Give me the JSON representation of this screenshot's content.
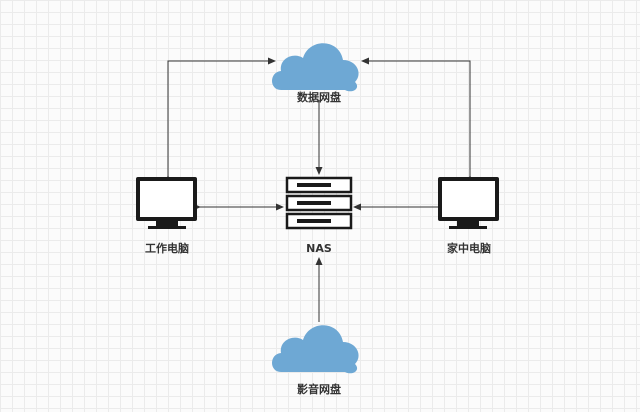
{
  "nodes": {
    "cloud_data": {
      "label": "数据网盘"
    },
    "nas": {
      "label": "NAS"
    },
    "work_pc": {
      "label": "工作电脑"
    },
    "home_pc": {
      "label": "家中电脑"
    },
    "cloud_media": {
      "label": "影音网盘"
    }
  },
  "colors": {
    "cloud": "#6ea8d4",
    "device": "#1a1a1a",
    "arrow": "#333333"
  },
  "icons": {
    "cloud_data": "cloud-icon",
    "cloud_media": "cloud-icon",
    "nas": "server-rack-icon",
    "work_pc": "monitor-icon",
    "home_pc": "monitor-icon"
  }
}
